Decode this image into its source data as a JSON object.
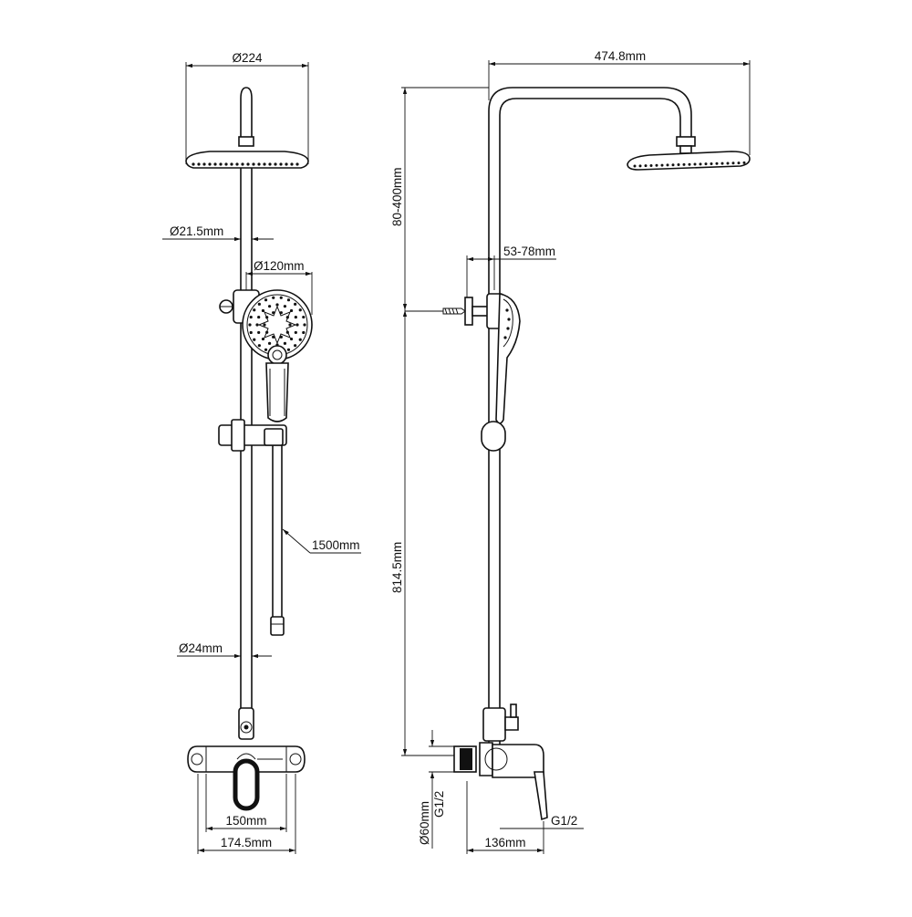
{
  "dimensions": {
    "head_diameter": "Ø224",
    "pipe_diameter_top": "Ø21.5mm",
    "handshower_diameter": "Ø120mm",
    "hose_length": "1500mm",
    "pipe_diameter_bottom": "Ø24mm",
    "mixer_center_distance": "150mm",
    "mixer_width": "174.5mm",
    "arm_length": "474.8mm",
    "height_adjust": "80-400mm",
    "bracket_offset": "53-78mm",
    "riser_height": "814.5mm",
    "flange_diameter": "Ø60mm",
    "thread_left": "G1/2",
    "thread_right": "G1/2",
    "depth": "136mm"
  },
  "colors": {
    "line": "#111111",
    "background": "#ffffff"
  }
}
